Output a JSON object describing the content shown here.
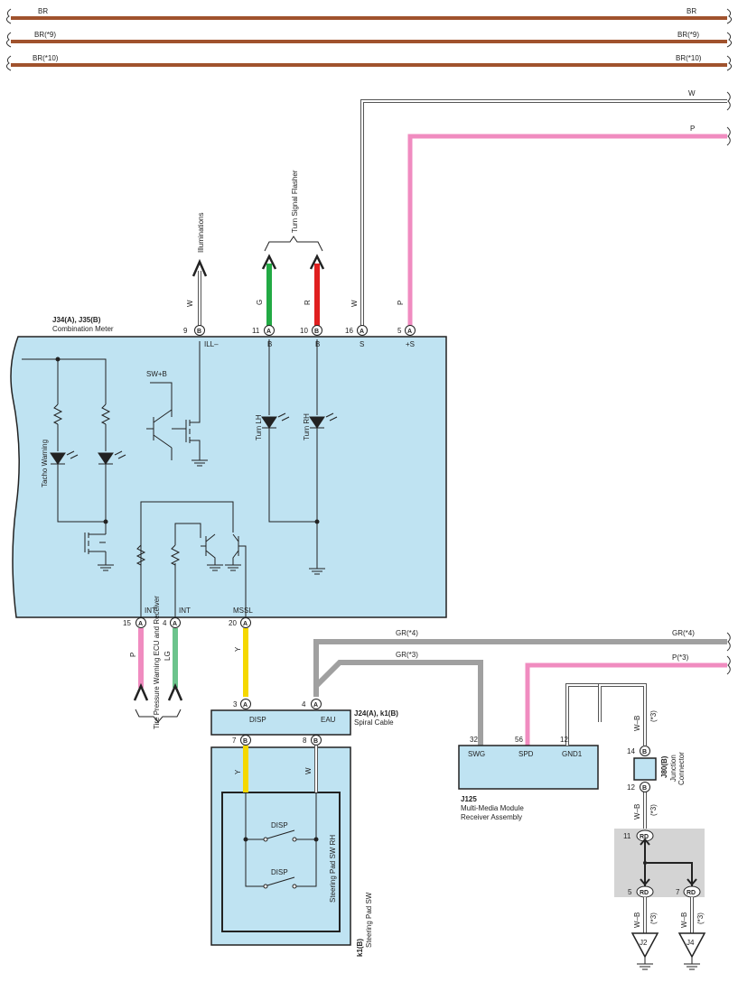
{
  "colors": {
    "BR": "#a0522d",
    "W": "#ffffff",
    "P": "#f08cc0",
    "G": "#22aa44",
    "R": "#e02020",
    "Y": "#f5d800",
    "LG": "#6cc48c",
    "GR": "#a0a0a0",
    "WB": "#ffffff",
    "box": "#bfe3f2",
    "shade": "#d4d4d4"
  },
  "buses": [
    {
      "left": "BR",
      "right": "BR"
    },
    {
      "left": "BR(*9)",
      "right": "BR(*9)"
    },
    {
      "left": "BR(*10)",
      "right": "BR(*10)"
    }
  ],
  "right_wires": {
    "w": "W",
    "p": "P",
    "gr4": "GR(*4)",
    "p3": "P(*3)"
  },
  "combination_meter": {
    "code": "J34(A), J35(B)",
    "name": "Combination Meter",
    "top_pins": [
      {
        "num": "9",
        "conn": "B",
        "wire": "W",
        "term": "ILL–"
      },
      {
        "num": "11",
        "conn": "A",
        "wire": "G",
        "term": "B"
      },
      {
        "num": "10",
        "conn": "B",
        "wire": "R",
        "term": "B"
      },
      {
        "num": "16",
        "conn": "A",
        "wire": "W",
        "term": "S"
      },
      {
        "num": "5",
        "conn": "A",
        "wire": "P",
        "term": "+S"
      }
    ],
    "bottom_pins": [
      {
        "num": "15",
        "conn": "A",
        "wire": "P",
        "term": "INT"
      },
      {
        "num": "4",
        "conn": "A",
        "wire": "LG",
        "term": "INT"
      },
      {
        "num": "20",
        "conn": "A",
        "wire": "Y",
        "term": "MSSL"
      }
    ],
    "inner": {
      "swb": "SW+B",
      "tacho": "Tacho Warning",
      "turn_lh": "Turn LH",
      "turn_rh": "Turn RH"
    }
  },
  "destinations": {
    "illuminations": "Illuminations",
    "turn_signal": "Turn Signal Flasher",
    "tpw_ecu": "Tire Pressure Warning ECU and Receiver"
  },
  "spiral_cable": {
    "code": "J24(A), k1(B)",
    "name": "Spiral Cable",
    "top_pins": [
      {
        "num": "3",
        "conn": "A",
        "term": "DISP"
      },
      {
        "num": "4",
        "conn": "A",
        "term": "EAU"
      }
    ],
    "bottom_pins": [
      {
        "num": "7",
        "conn": "B",
        "wire": "Y"
      },
      {
        "num": "8",
        "conn": "B",
        "wire": "W"
      }
    ],
    "gr4": "GR(*4)",
    "gr3": "GR(*3)"
  },
  "steering_pad": {
    "code": "k1(B)",
    "name": "Steering Pad SW",
    "inner_name": "Steering Pad SW RH",
    "switch1": "DISP",
    "switch2": "DISP"
  },
  "multimedia": {
    "code": "J125",
    "name_line1": "Multi-Media Module",
    "name_line2": "Receiver Assembly",
    "pins": [
      {
        "num": "32",
        "term": "SWG"
      },
      {
        "num": "56",
        "term": "SPD"
      },
      {
        "num": "12",
        "term": "GND1"
      }
    ]
  },
  "junction": {
    "code": "J80(B)",
    "name_line1": "Junction",
    "name_line2": "Connector",
    "top_num": "14",
    "top_conn": "B",
    "bot_num": "12",
    "bot_conn": "B",
    "wire": "W–B",
    "note": "(*3)"
  },
  "rd_connector": {
    "conn": "RD",
    "in_num": "11",
    "out_pins": [
      {
        "num": "5",
        "wire": "W–B",
        "note": "(*3)",
        "ground": "J2"
      },
      {
        "num": "7",
        "wire": "W–B",
        "note": "(*3)",
        "ground": "J4"
      }
    ]
  }
}
